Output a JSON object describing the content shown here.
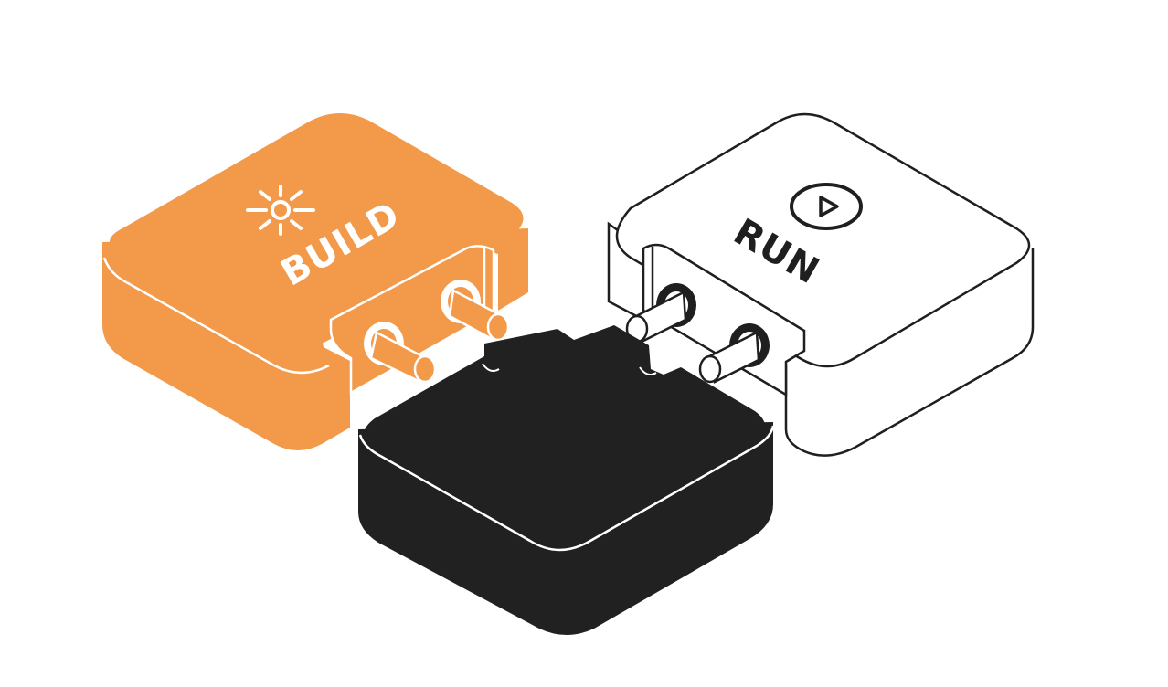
{
  "diagram": {
    "blocks": [
      {
        "id": "build",
        "label": "BUILD",
        "icon": "sparkle-sun-icon",
        "fill": "#f2994a",
        "text_color": "#ffffff"
      },
      {
        "id": "run",
        "label": "RUN",
        "icon": "play-circle-icon",
        "fill": "#ffffff",
        "text_color": "#1f1f1f"
      },
      {
        "id": "center",
        "label": "",
        "icon": "",
        "fill": "#212121",
        "text_color": "#ffffff"
      }
    ],
    "colors": {
      "outline": "#1f1f1f",
      "orange": "#f2994a",
      "dark": "#212121",
      "background": "#ffffff"
    }
  }
}
